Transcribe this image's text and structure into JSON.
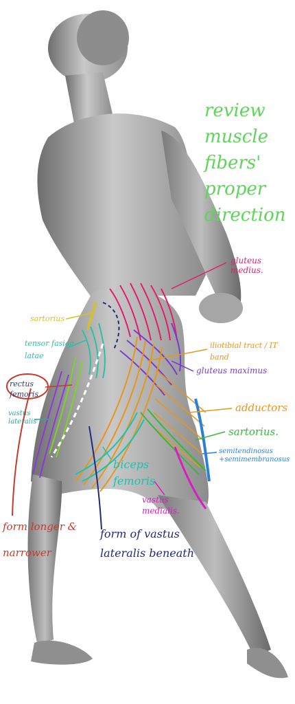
{
  "annotations": {
    "review": "review muscle fibers' proper direction",
    "gluteus_medius": "gluteus medius.",
    "sartorius_upper": "sartorius",
    "iliotibial_tract": "iliotibial tract / IT band",
    "tensor_fasciae_latae": "tensor fasiae latae",
    "gluteus_maximus": "gluteus maximus",
    "rectus_femoris": "rectus femoris",
    "vastus_lateralis": "vastus lateralis",
    "adductors": "adductors",
    "sartorius_lower": "sartorius.",
    "semitendinosus": "semitendinosus +semimembranosus",
    "biceps_femoris": "biceps femoris",
    "vastus_medialis": "vastus medialis.",
    "form_longer": "form longer & narrower",
    "form_vastus_lateralis": "form of vastus lateralis beneath"
  },
  "colors": {
    "skin": "#9a9a9a",
    "review": "#5fd45a",
    "gluteus_medius": "#e01f6a",
    "gluteus_maximus": "#7a3ad0",
    "tensor": "#2dbfa4",
    "sartorius": "#d8c21a",
    "it_band": "#e8961a",
    "biceps": "#18c4b0",
    "vastus_medialis": "#d61ec4",
    "semitendinosus": "#2a7fd8",
    "form_red": "#c63a2a",
    "form_blue": "#1e2a80"
  }
}
